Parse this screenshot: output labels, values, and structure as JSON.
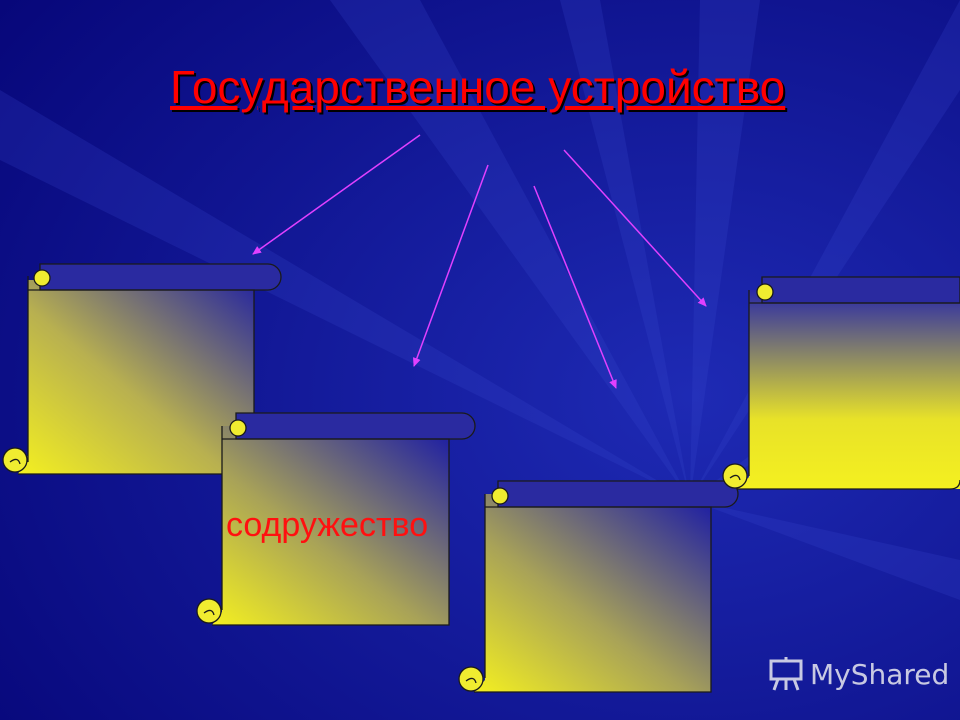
{
  "slide": {
    "title": "Государственное устройство",
    "scroll_label": "содружество"
  },
  "watermark": {
    "text": "MyShared",
    "icon": "presentation-board-icon"
  },
  "colors": {
    "background": "#0a0a8a",
    "title": "#ff0000",
    "arrow": "#e040ff",
    "scroll_yellow": "#f0ec20",
    "scroll_blue": "#2a2a9a"
  }
}
